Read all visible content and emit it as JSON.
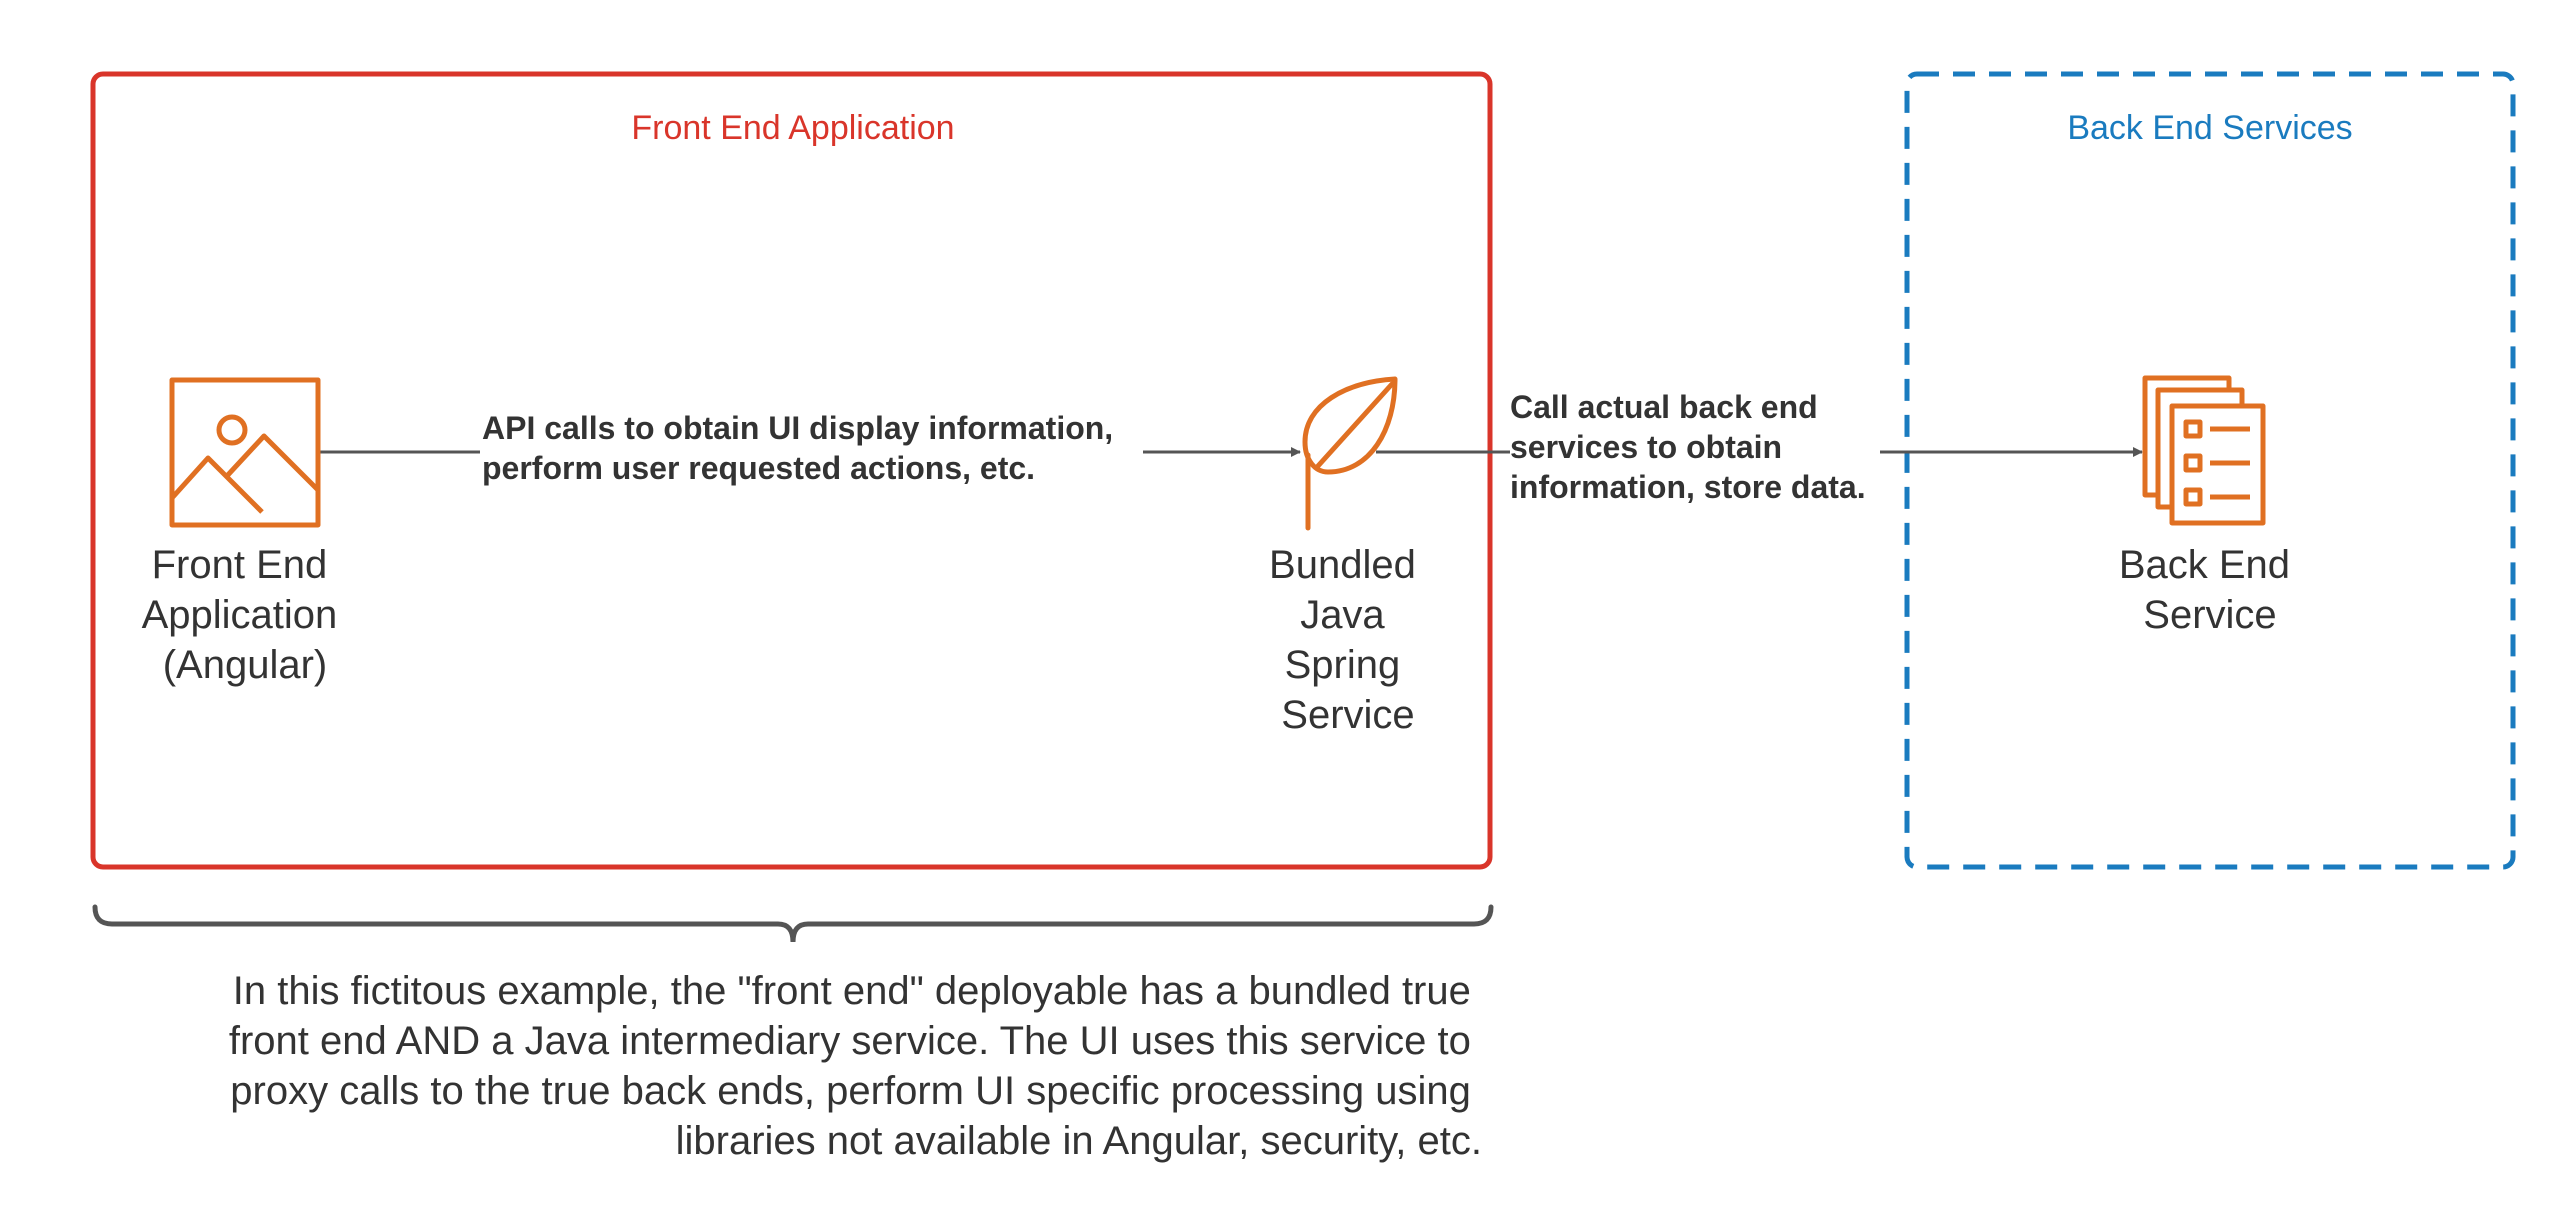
{
  "groups": {
    "front_end": {
      "title": "Front End Application",
      "color": "#d9352a"
    },
    "back_end": {
      "title": "Back End Services",
      "color": "#1a7bbf"
    }
  },
  "nodes": {
    "angular_app": {
      "label_lines": [
        "Front End",
        "Application",
        "(Angular)"
      ],
      "icon": "image-icon"
    },
    "spring_service": {
      "label_lines": [
        "Bundled",
        "Java",
        "Spring",
        "Service"
      ],
      "icon": "leaf-icon"
    },
    "back_end_service": {
      "label_lines": [
        "Back End",
        "Service"
      ],
      "icon": "documents-icon"
    }
  },
  "edges": {
    "api_calls": {
      "label_lines": [
        "API calls to obtain UI display information,",
        "perform user requested actions, etc."
      ]
    },
    "back_end_calls": {
      "label_lines": [
        "Call actual back end",
        "services to obtain",
        "information, store data."
      ]
    }
  },
  "note": {
    "lines": [
      "In this fictitous example, the \"front end\" deployable has a bundled true",
      "front end AND a Java intermediary service. The UI uses this service to",
      "proxy calls to the true back ends, perform UI specific processing using",
      "libraries not available in Angular, security, etc."
    ]
  },
  "colors": {
    "icon": "#e07022",
    "connector": "#555555",
    "text": "#333333"
  }
}
